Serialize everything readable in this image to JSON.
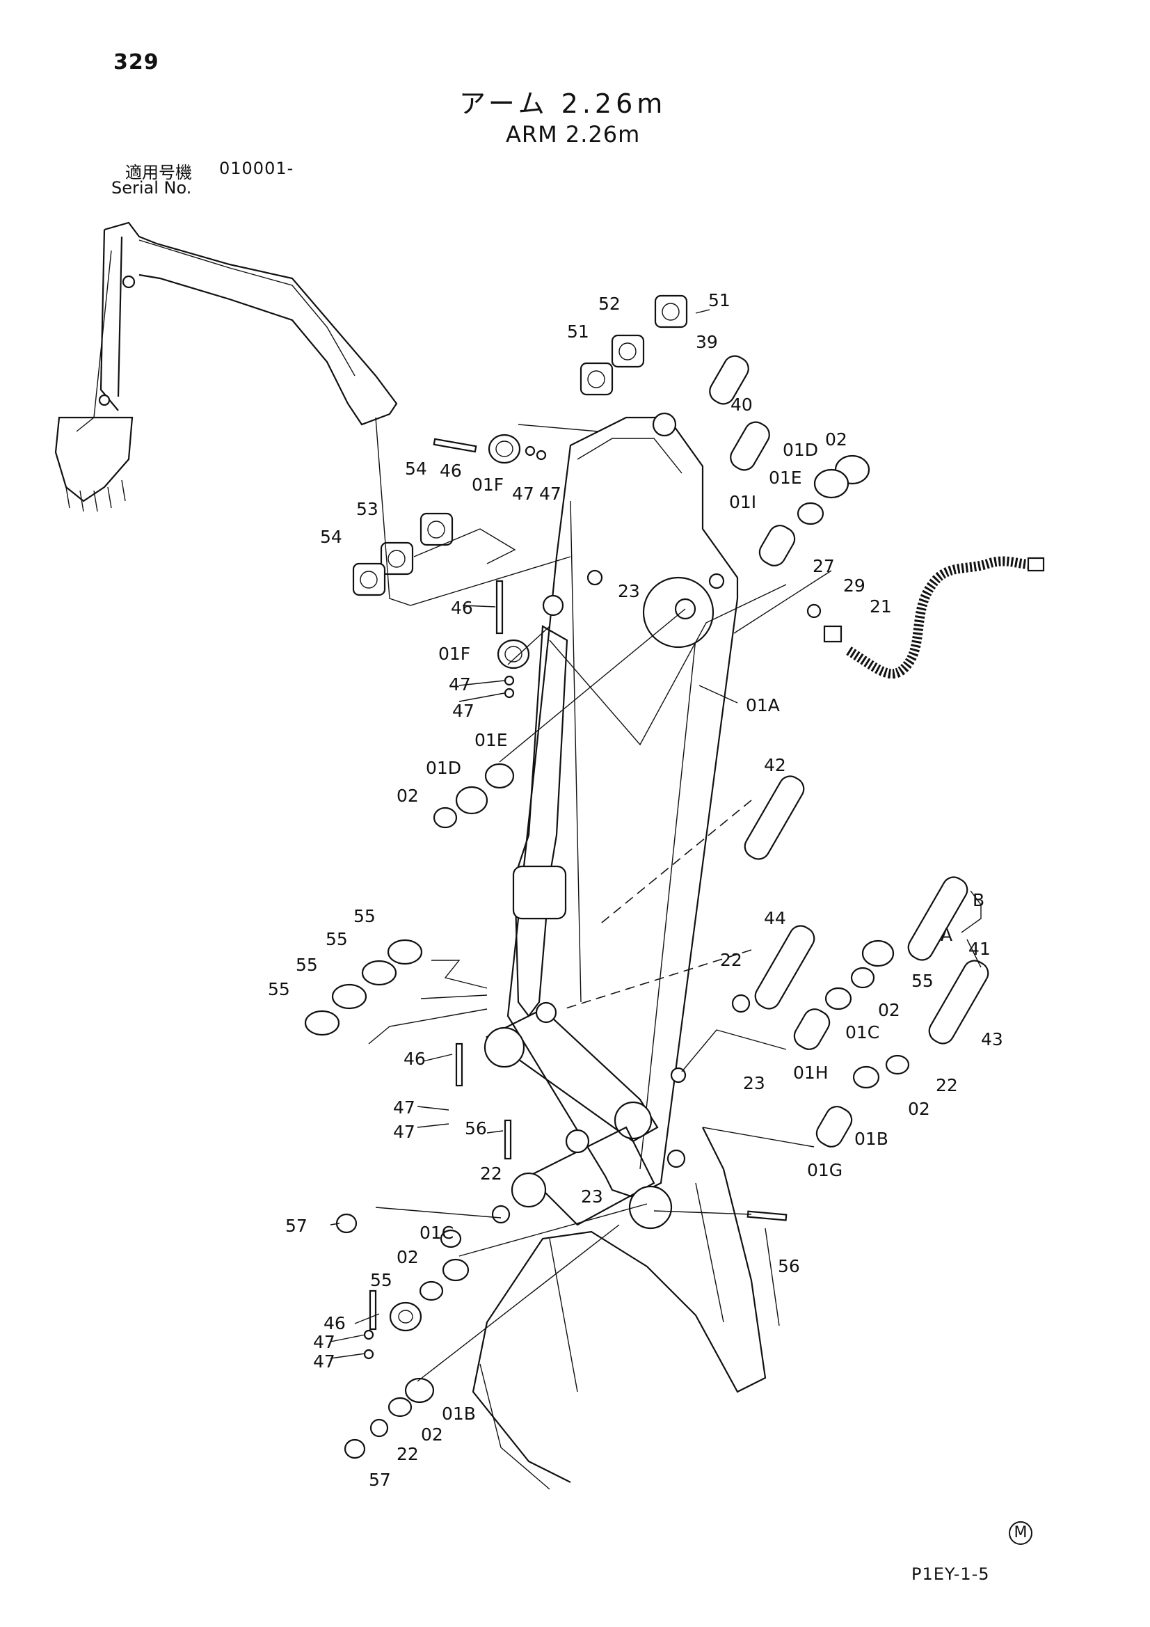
{
  "page_number": "329",
  "title_ja": "アーム 2.26m",
  "title_en": "ARM 2.26m",
  "serial_label_ja": "適用号機",
  "serial_code": "010001-",
  "serial_label_en": "Serial No.",
  "mark": "M",
  "doc_code": "P1EY-1-5",
  "callouts": [
    {
      "id": "c51a",
      "text": "51"
    },
    {
      "id": "c52",
      "text": "52"
    },
    {
      "id": "c51b",
      "text": "51"
    },
    {
      "id": "c39",
      "text": "39"
    },
    {
      "id": "c40",
      "text": "40"
    },
    {
      "id": "c02a",
      "text": "02"
    },
    {
      "id": "c01Da",
      "text": "01D"
    },
    {
      "id": "c01Ea",
      "text": "01E"
    },
    {
      "id": "c01I",
      "text": "01I"
    },
    {
      "id": "c46a",
      "text": "46"
    },
    {
      "id": "c01Fa",
      "text": "01F"
    },
    {
      "id": "c47a",
      "text": "47"
    },
    {
      "id": "c47b",
      "text": "47"
    },
    {
      "id": "c54a",
      "text": "54"
    },
    {
      "id": "c53",
      "text": "53"
    },
    {
      "id": "c54b",
      "text": "54"
    },
    {
      "id": "c46b",
      "text": "46"
    },
    {
      "id": "c01Fb",
      "text": "01F"
    },
    {
      "id": "c47c",
      "text": "47"
    },
    {
      "id": "c47d",
      "text": "47"
    },
    {
      "id": "c23a",
      "text": "23"
    },
    {
      "id": "c27",
      "text": "27"
    },
    {
      "id": "c29",
      "text": "29"
    },
    {
      "id": "c21",
      "text": "21"
    },
    {
      "id": "c01A",
      "text": "01A"
    },
    {
      "id": "c01Eb",
      "text": "01E"
    },
    {
      "id": "c01Db",
      "text": "01D"
    },
    {
      "id": "c02b",
      "text": "02"
    },
    {
      "id": "c42",
      "text": "42"
    },
    {
      "id": "cB",
      "text": "B"
    },
    {
      "id": "cA",
      "text": "A"
    },
    {
      "id": "c41",
      "text": "41"
    },
    {
      "id": "c55a",
      "text": "55"
    },
    {
      "id": "c55b",
      "text": "55"
    },
    {
      "id": "c55c",
      "text": "55"
    },
    {
      "id": "c55d",
      "text": "55"
    },
    {
      "id": "c44",
      "text": "44"
    },
    {
      "id": "c22a",
      "text": "22"
    },
    {
      "id": "c55e",
      "text": "55"
    },
    {
      "id": "c02c",
      "text": "02"
    },
    {
      "id": "c01C",
      "text": "01C"
    },
    {
      "id": "c43",
      "text": "43"
    },
    {
      "id": "c46c",
      "text": "46"
    },
    {
      "id": "c01H",
      "text": "01H"
    },
    {
      "id": "c23b",
      "text": "23"
    },
    {
      "id": "c22b",
      "text": "22"
    },
    {
      "id": "c02d",
      "text": "02"
    },
    {
      "id": "c47e",
      "text": "47"
    },
    {
      "id": "c47f",
      "text": "47"
    },
    {
      "id": "c56a",
      "text": "56"
    },
    {
      "id": "c01Ba",
      "text": "01B"
    },
    {
      "id": "c01G",
      "text": "01G"
    },
    {
      "id": "c22c",
      "text": "22"
    },
    {
      "id": "c23c",
      "text": "23"
    },
    {
      "id": "c57a",
      "text": "57"
    },
    {
      "id": "c56b",
      "text": "56"
    },
    {
      "id": "c01Cb",
      "text": "01C"
    },
    {
      "id": "c02e",
      "text": "02"
    },
    {
      "id": "c55f",
      "text": "55"
    },
    {
      "id": "c46d",
      "text": "46"
    },
    {
      "id": "c47g",
      "text": "47"
    },
    {
      "id": "c47h",
      "text": "47"
    },
    {
      "id": "c01Bb",
      "text": "01B"
    },
    {
      "id": "c02f",
      "text": "02"
    },
    {
      "id": "c22d",
      "text": "22"
    },
    {
      "id": "c57b",
      "text": "57"
    }
  ]
}
